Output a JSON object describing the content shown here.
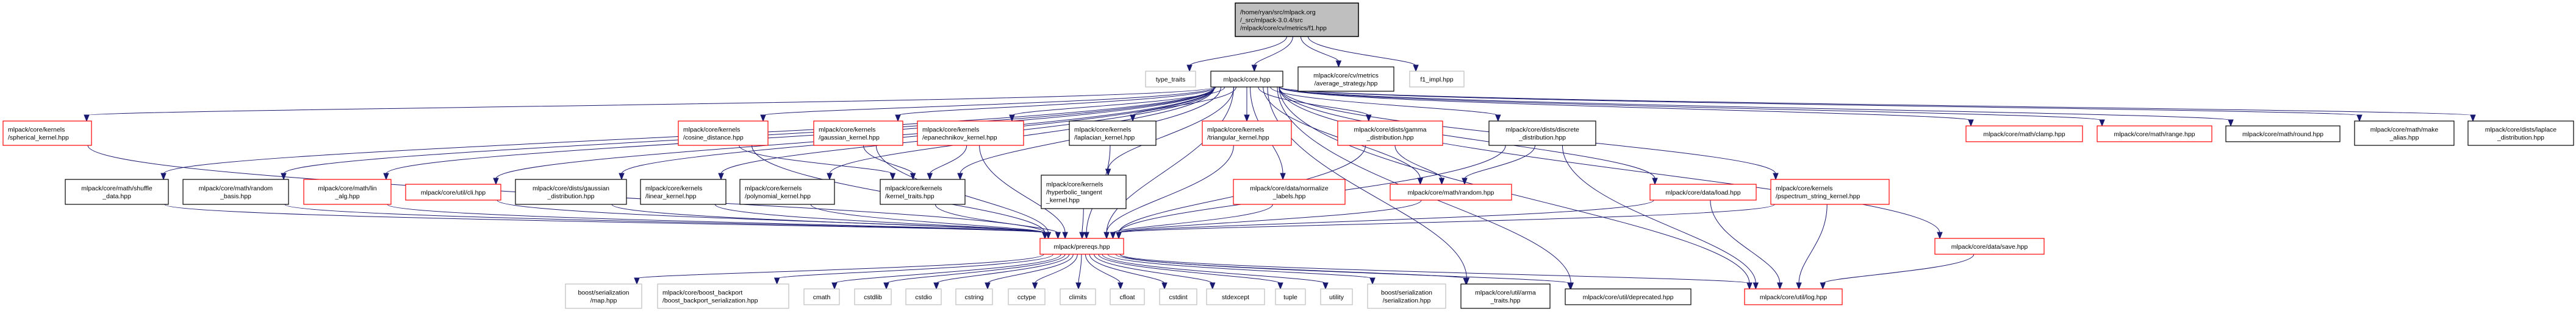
{
  "diagram": {
    "type": "include-dependency-graph",
    "colors": {
      "edge": "#191970",
      "root_fill": "#bfbfbf",
      "root_border": "#000000",
      "documented_border": "#000000",
      "truncated_border": "#ff0000",
      "external_border": "#bfbfbf",
      "node_fill": "#ffffff"
    },
    "nodes": [
      {
        "id": "root",
        "style": "root",
        "lines": [
          "/home/ryan/src/mlpack.org",
          "/_src/mlpack-3.0.4/src",
          "/mlpack/core/cv/metrics/f1.hpp"
        ]
      },
      {
        "id": "type_traits",
        "style": "external",
        "lines": [
          "type_traits"
        ]
      },
      {
        "id": "core",
        "style": "documented",
        "lines": [
          "mlpack/core.hpp"
        ]
      },
      {
        "id": "average_strategy",
        "style": "documented",
        "lines": [
          "mlpack/core/cv/metrics",
          "/average_strategy.hpp"
        ]
      },
      {
        "id": "f1_impl",
        "style": "external",
        "lines": [
          "f1_impl.hpp"
        ]
      },
      {
        "id": "spherical",
        "style": "truncated",
        "lines": [
          "mlpack/core/kernels",
          "/spherical_kernel.hpp"
        ]
      },
      {
        "id": "cosine",
        "style": "truncated",
        "lines": [
          "mlpack/core/kernels",
          "/cosine_distance.hpp"
        ]
      },
      {
        "id": "gaussian_kernel",
        "style": "truncated",
        "lines": [
          "mlpack/core/kernels",
          "/gaussian_kernel.hpp"
        ]
      },
      {
        "id": "epanechnikov",
        "style": "truncated",
        "lines": [
          "mlpack/core/kernels",
          "/epanechnikov_kernel.hpp"
        ]
      },
      {
        "id": "laplacian",
        "style": "documented",
        "lines": [
          "mlpack/core/kernels",
          "/laplacian_kernel.hpp"
        ]
      },
      {
        "id": "triangular",
        "style": "truncated",
        "lines": [
          "mlpack/core/kernels",
          "/triangular_kernel.hpp"
        ]
      },
      {
        "id": "gamma",
        "style": "truncated",
        "lines": [
          "mlpack/core/dists/gamma",
          "_distribution.hpp"
        ]
      },
      {
        "id": "discrete",
        "style": "documented",
        "lines": [
          "mlpack/core/dists/discrete",
          "_distribution.hpp"
        ]
      },
      {
        "id": "clamp",
        "style": "truncated",
        "lines": [
          "mlpack/core/math/clamp.hpp"
        ]
      },
      {
        "id": "range",
        "style": "truncated",
        "lines": [
          "mlpack/core/math/range.hpp"
        ]
      },
      {
        "id": "round",
        "style": "documented",
        "lines": [
          "mlpack/core/math/round.hpp"
        ]
      },
      {
        "id": "make_alias",
        "style": "documented",
        "lines": [
          "mlpack/core/math/make",
          "_alias.hpp"
        ]
      },
      {
        "id": "laplace_dist",
        "style": "documented",
        "lines": [
          "mlpack/core/dists/laplace",
          "_distribution.hpp"
        ]
      },
      {
        "id": "shuffle",
        "style": "documented",
        "lines": [
          "mlpack/core/math/shuffle",
          "_data.hpp"
        ]
      },
      {
        "id": "random_basis",
        "style": "documented",
        "lines": [
          "mlpack/core/math/random",
          "_basis.hpp"
        ]
      },
      {
        "id": "lin_alg",
        "style": "truncated",
        "lines": [
          "mlpack/core/math/lin",
          "_alg.hpp"
        ]
      },
      {
        "id": "cli",
        "style": "truncated",
        "lines": [
          "mlpack/core/util/cli.hpp"
        ]
      },
      {
        "id": "gaussian_dist",
        "style": "documented",
        "lines": [
          "mlpack/core/dists/gaussian",
          "_distribution.hpp"
        ]
      },
      {
        "id": "linear",
        "style": "documented",
        "lines": [
          "mlpack/core/kernels",
          "/linear_kernel.hpp"
        ]
      },
      {
        "id": "polynomial",
        "style": "documented",
        "lines": [
          "mlpack/core/kernels",
          "/polynomial_kernel.hpp"
        ]
      },
      {
        "id": "kernel_traits",
        "style": "documented",
        "lines": [
          "mlpack/core/kernels",
          "/kernel_traits.hpp"
        ]
      },
      {
        "id": "hyperbolic",
        "style": "documented",
        "lines": [
          "mlpack/core/kernels",
          "/hyperbolic_tangent",
          "_kernel.hpp"
        ]
      },
      {
        "id": "normalize",
        "style": "truncated",
        "lines": [
          "mlpack/core/data/normalize",
          "_labels.hpp"
        ]
      },
      {
        "id": "random",
        "style": "truncated",
        "lines": [
          "mlpack/core/math/random.hpp"
        ]
      },
      {
        "id": "load",
        "style": "truncated",
        "lines": [
          "mlpack/core/data/load.hpp"
        ]
      },
      {
        "id": "pspectrum",
        "style": "truncated",
        "lines": [
          "mlpack/core/kernels",
          "/pspectrum_string_kernel.hpp"
        ]
      },
      {
        "id": "save",
        "style": "truncated",
        "lines": [
          "mlpack/core/data/save.hpp"
        ]
      },
      {
        "id": "prereqs",
        "style": "truncated",
        "lines": [
          "mlpack/prereqs.hpp"
        ]
      },
      {
        "id": "ser_map",
        "style": "external",
        "lines": [
          "boost/serialization",
          "/map.hpp"
        ]
      },
      {
        "id": "backport",
        "style": "external",
        "lines": [
          "mlpack/core/boost_backport",
          "/boost_backport_serialization.hpp"
        ]
      },
      {
        "id": "cmath",
        "style": "external",
        "lines": [
          "cmath"
        ]
      },
      {
        "id": "cstdlib",
        "style": "external",
        "lines": [
          "cstdlib"
        ]
      },
      {
        "id": "cstdio",
        "style": "external",
        "lines": [
          "cstdio"
        ]
      },
      {
        "id": "cstring",
        "style": "external",
        "lines": [
          "cstring"
        ]
      },
      {
        "id": "cctype",
        "style": "external",
        "lines": [
          "cctype"
        ]
      },
      {
        "id": "climits",
        "style": "external",
        "lines": [
          "climits"
        ]
      },
      {
        "id": "cfloat",
        "style": "external",
        "lines": [
          "cfloat"
        ]
      },
      {
        "id": "cstdint",
        "style": "external",
        "lines": [
          "cstdint"
        ]
      },
      {
        "id": "stdexcept",
        "style": "external",
        "lines": [
          "stdexcept"
        ]
      },
      {
        "id": "tuple",
        "style": "external",
        "lines": [
          "tuple"
        ]
      },
      {
        "id": "utility",
        "style": "external",
        "lines": [
          "utility"
        ]
      },
      {
        "id": "ser_serialization",
        "style": "external",
        "lines": [
          "boost/serialization",
          "/serialization.hpp"
        ]
      },
      {
        "id": "arma_traits",
        "style": "documented",
        "lines": [
          "mlpack/core/util/arma",
          "_traits.hpp"
        ]
      },
      {
        "id": "deprecated",
        "style": "documented",
        "lines": [
          "mlpack/core/util/deprecated.hpp"
        ]
      },
      {
        "id": "log",
        "style": "truncated",
        "lines": [
          "mlpack/core/util/log.hpp"
        ]
      }
    ],
    "edges": [
      [
        "root",
        "type_traits"
      ],
      [
        "root",
        "core"
      ],
      [
        "root",
        "average_strategy"
      ],
      [
        "root",
        "f1_impl"
      ],
      [
        "core",
        "spherical"
      ],
      [
        "core",
        "cosine"
      ],
      [
        "core",
        "gaussian_kernel"
      ],
      [
        "core",
        "epanechnikov"
      ],
      [
        "core",
        "laplacian"
      ],
      [
        "core",
        "triangular"
      ],
      [
        "core",
        "gamma"
      ],
      [
        "core",
        "discrete"
      ],
      [
        "core",
        "clamp"
      ],
      [
        "core",
        "range"
      ],
      [
        "core",
        "round"
      ],
      [
        "core",
        "make_alias"
      ],
      [
        "core",
        "laplace_dist"
      ],
      [
        "core",
        "shuffle"
      ],
      [
        "core",
        "random_basis"
      ],
      [
        "core",
        "lin_alg"
      ],
      [
        "core",
        "cli"
      ],
      [
        "core",
        "gaussian_dist"
      ],
      [
        "core",
        "linear"
      ],
      [
        "core",
        "polynomial"
      ],
      [
        "core",
        "kernel_traits"
      ],
      [
        "core",
        "hyperbolic"
      ],
      [
        "core",
        "normalize"
      ],
      [
        "core",
        "random"
      ],
      [
        "core",
        "load"
      ],
      [
        "core",
        "pspectrum"
      ],
      [
        "core",
        "save"
      ],
      [
        "core",
        "prereqs"
      ],
      [
        "core",
        "arma_traits"
      ],
      [
        "core",
        "deprecated"
      ],
      [
        "core",
        "log"
      ],
      [
        "cosine",
        "kernel_traits"
      ],
      [
        "cosine",
        "prereqs"
      ],
      [
        "gaussian_kernel",
        "kernel_traits"
      ],
      [
        "gaussian_kernel",
        "prereqs"
      ],
      [
        "epanechnikov",
        "kernel_traits"
      ],
      [
        "epanechnikov",
        "prereqs"
      ],
      [
        "laplacian",
        "prereqs"
      ],
      [
        "triangular",
        "prereqs"
      ],
      [
        "gamma",
        "random"
      ],
      [
        "gamma",
        "prereqs"
      ],
      [
        "discrete",
        "random"
      ],
      [
        "discrete",
        "prereqs"
      ],
      [
        "discrete",
        "log"
      ],
      [
        "spherical",
        "prereqs"
      ],
      [
        "shuffle",
        "prereqs"
      ],
      [
        "random_basis",
        "prereqs"
      ],
      [
        "lin_alg",
        "prereqs"
      ],
      [
        "cli",
        "prereqs"
      ],
      [
        "gaussian_dist",
        "prereqs"
      ],
      [
        "linear",
        "prereqs"
      ],
      [
        "polynomial",
        "prereqs"
      ],
      [
        "kernel_traits",
        "prereqs"
      ],
      [
        "hyperbolic",
        "prereqs"
      ],
      [
        "normalize",
        "prereqs"
      ],
      [
        "random",
        "prereqs"
      ],
      [
        "load",
        "prereqs"
      ],
      [
        "load",
        "log"
      ],
      [
        "pspectrum",
        "prereqs"
      ],
      [
        "pspectrum",
        "log"
      ],
      [
        "save",
        "log"
      ],
      [
        "prereqs",
        "ser_map"
      ],
      [
        "prereqs",
        "backport"
      ],
      [
        "prereqs",
        "cmath"
      ],
      [
        "prereqs",
        "cstdlib"
      ],
      [
        "prereqs",
        "cstdio"
      ],
      [
        "prereqs",
        "cstring"
      ],
      [
        "prereqs",
        "cctype"
      ],
      [
        "prereqs",
        "climits"
      ],
      [
        "prereqs",
        "cfloat"
      ],
      [
        "prereqs",
        "cstdint"
      ],
      [
        "prereqs",
        "stdexcept"
      ],
      [
        "prereqs",
        "tuple"
      ],
      [
        "prereqs",
        "utility"
      ],
      [
        "prereqs",
        "ser_serialization"
      ],
      [
        "prereqs",
        "arma_traits"
      ],
      [
        "prereqs",
        "deprecated"
      ],
      [
        "prereqs",
        "log"
      ]
    ]
  }
}
